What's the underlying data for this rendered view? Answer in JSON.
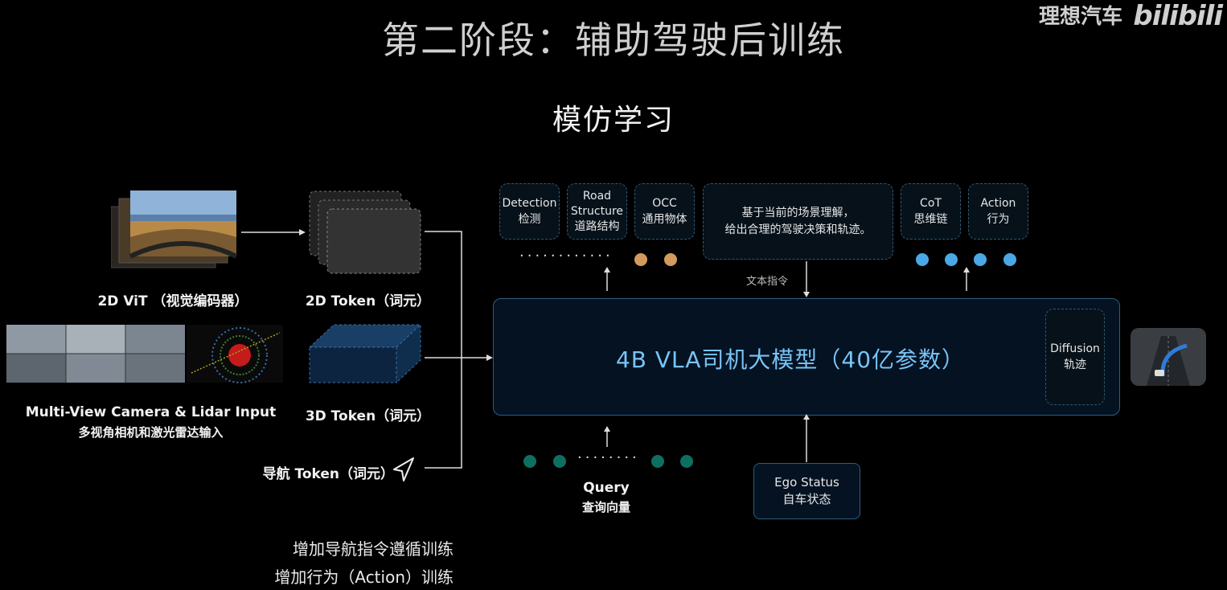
{
  "header": {
    "title": "第二阶段：辅助驾驶后训练",
    "subtitle": "模仿学习",
    "brand_text": "理想汽车",
    "bili_text": "bilibili"
  },
  "inputs": {
    "vit_label": "2D ViT （视觉编码器）",
    "camera_label": "Multi-View Camera & Lidar Input",
    "camera_label_cn": "多视角相机和激光雷达输入",
    "token2d_label": "2D Token（词元）",
    "token3d_label": "3D Token（词元）",
    "nav_label": "导航 Token（词元）"
  },
  "outputs": {
    "detection": [
      "Detection",
      "检测"
    ],
    "road": [
      "Road",
      "Structure",
      "道路结构"
    ],
    "occ": [
      "OCC",
      "通用物体"
    ],
    "scene": [
      "基于当前的场景理解，",
      "给出合理的驾驶决策和轨迹。"
    ],
    "cot": [
      "CoT",
      "思维链"
    ],
    "action": [
      "Action",
      "行为"
    ],
    "text_instruction": "文本指令",
    "ellipsis": "············"
  },
  "model": {
    "title": "4B VLA司机大模型（40亿参数）",
    "diffusion": [
      "Diffusion",
      "轨迹"
    ]
  },
  "query": {
    "label": "Query",
    "label_cn": "查询向量",
    "ellipsis": "········"
  },
  "ego": [
    "Ego Status",
    "自车状态"
  ],
  "notes": [
    "增加导航指令遵循训练",
    "增加行为（Action）训练"
  ],
  "colors": {
    "accent_blue": "#78c4f5",
    "dot_orange": "#d39a5e",
    "dot_blue": "#4aa8e6",
    "dot_teal": "#0e6f60"
  }
}
